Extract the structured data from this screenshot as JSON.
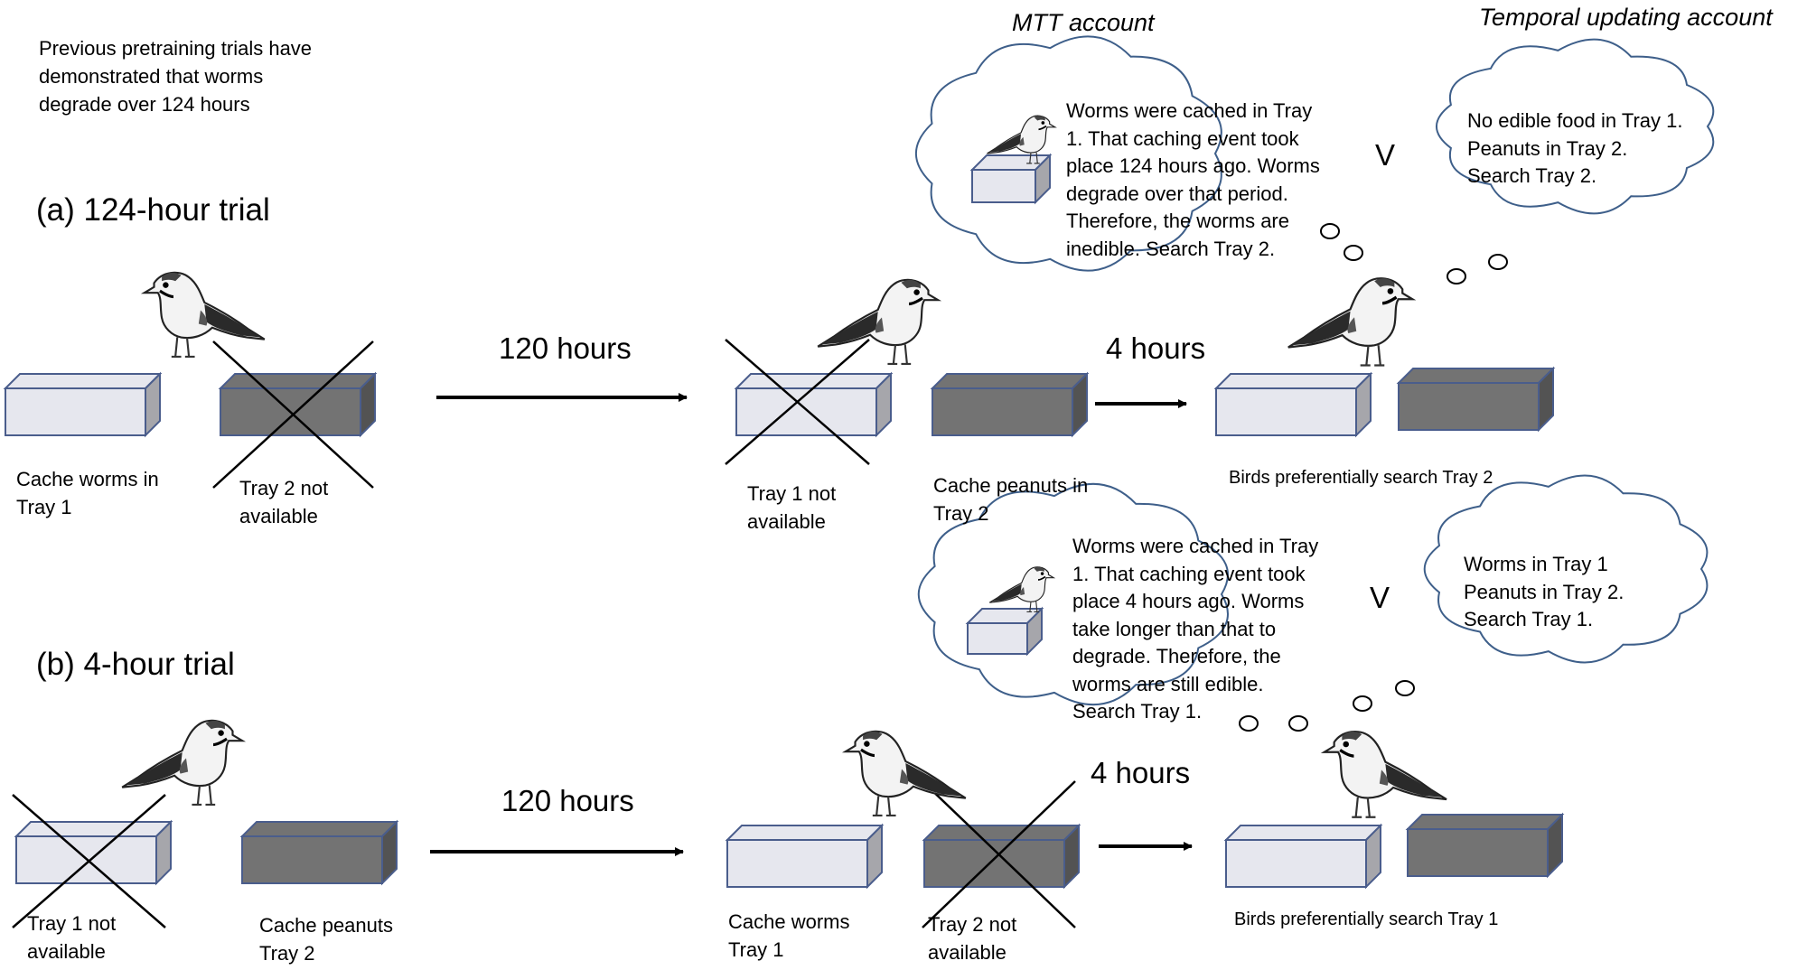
{
  "intro": {
    "lines": [
      "Previous pretraining trials have",
      "demonstrated that worms",
      "degrade over 124 hours"
    ]
  },
  "headings": {
    "mtt": "MTT account",
    "temporal": "Temporal updating account"
  },
  "trial_a": {
    "title": "(a) 124-hour trial",
    "interval_1": "120 hours",
    "interval_2": "4 hours",
    "tray1_label": [
      "Cache worms in",
      "Tray 1"
    ],
    "tray2_label": [
      "Tray 2 not",
      "available"
    ],
    "tray1_unavailable": [
      "Tray 1 not",
      "available"
    ],
    "cache_peanuts": [
      "Cache peanuts in",
      "Tray 2"
    ],
    "result": "Birds preferentially search Tray 2",
    "mtt_thought": [
      "Worms were cached in Tray",
      "1. That caching event took",
      "place 124 hours ago. Worms",
      "degrade over that period.",
      "Therefore, the worms are",
      "inedible. Search Tray 2."
    ],
    "versus": "V",
    "temporal_thought": [
      "No edible food in Tray 1.",
      "Peanuts in Tray 2.",
      "Search Tray 2."
    ]
  },
  "trial_b": {
    "title": "(b) 4-hour trial",
    "interval_1": "120 hours",
    "interval_2": "4 hours",
    "tray1_label": [
      "Tray 1 not",
      "available"
    ],
    "tray2_label": [
      "Cache peanuts",
      "Tray 2"
    ],
    "cache_worms": [
      "Cache worms",
      "Tray 1"
    ],
    "tray2_unavailable": [
      "Tray 2 not",
      "available"
    ],
    "result": "Birds preferentially search Tray 1",
    "mtt_thought": [
      "Worms were cached in Tray",
      "1. That caching event took",
      "place 4 hours ago. Worms",
      "take longer than that to",
      "degrade. Therefore, the",
      "worms are still edible.",
      "Search Tray 1."
    ],
    "versus": "V",
    "temporal_thought": [
      "Worms in Tray 1",
      "Peanuts in Tray 2.",
      "Search Tray 1."
    ]
  },
  "colors": {
    "light_tray": "#e6e7ee",
    "dark_tray": "#737373",
    "tray_edge": "#4a5d8c",
    "cloud_stroke": "#3e5f8a"
  }
}
